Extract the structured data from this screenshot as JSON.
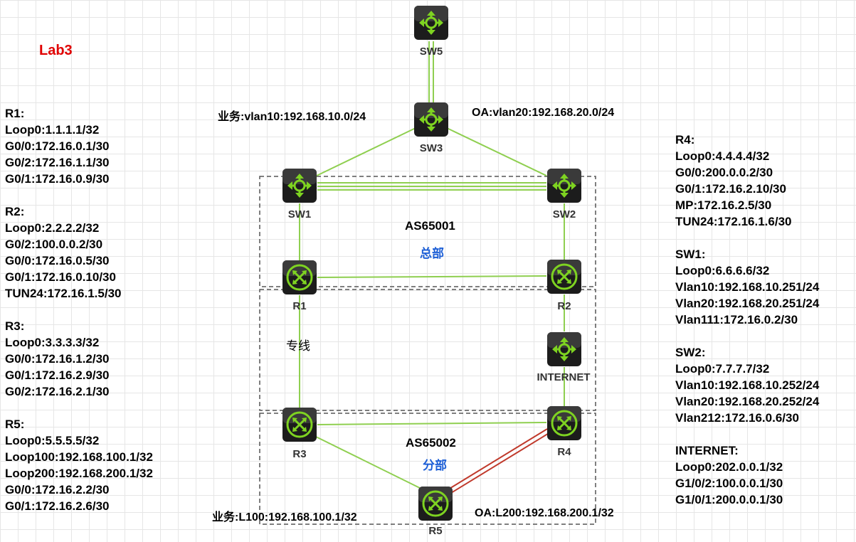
{
  "title": "Lab3",
  "devices": {
    "sw5": "SW5",
    "sw3": "SW3",
    "sw1": "SW1",
    "sw2": "SW2",
    "r1": "R1",
    "r2": "R2",
    "r3": "R3",
    "r4": "R4",
    "r5": "R5",
    "internet": "INTERNET"
  },
  "labels": {
    "vlan10": "业务:vlan10:192.168.10.0/24",
    "vlan20": "OA:vlan20:192.168.20.0/24",
    "as_top": "AS65001",
    "as_top_name": "总部",
    "leased_line": "专线",
    "as_bottom": "AS65002",
    "as_bottom_name": "分部",
    "l100": "业务:L100:192.168.100.1/32",
    "l200": "OA:L200:192.168.200.1/32"
  },
  "left_blocks": [
    {
      "title": "R1:",
      "lines": [
        "Loop0:1.1.1.1/32",
        "G0/0:172.16.0.1/30",
        "G0/2:172.16.1.1/30",
        "G0/1:172.16.0.9/30"
      ]
    },
    {
      "title": "R2:",
      "lines": [
        "Loop0:2.2.2.2/32",
        "G0/2:100.0.0.2/30",
        "G0/0:172.16.0.5/30",
        "G0/1:172.16.0.10/30",
        "TUN24:172.16.1.5/30"
      ]
    },
    {
      "title": "R3:",
      "lines": [
        "Loop0:3.3.3.3/32",
        "G0/0:172.16.1.2/30",
        "G0/1:172.16.2.9/30",
        "G0/2:172.16.2.1/30"
      ]
    },
    {
      "title": "R5:",
      "lines": [
        "Loop0:5.5.5.5/32",
        "Loop100:192.168.100.1/32",
        "Loop200:192.168.200.1/32",
        "G0/0:172.16.2.2/30",
        "G0/1:172.16.2.6/30"
      ]
    }
  ],
  "right_blocks": [
    {
      "title": "R4:",
      "lines": [
        "Loop0:4.4.4.4/32",
        "G0/0:200.0.0.2/30",
        "G0/1:172.16.2.10/30",
        "MP:172.16.2.5/30",
        "TUN24:172.16.1.6/30"
      ]
    },
    {
      "title": "SW1:",
      "lines": [
        "Loop0:6.6.6.6/32",
        "Vlan10:192.168.10.251/24",
        "Vlan20:192.168.20.251/24",
        "Vlan111:172.16.0.2/30"
      ]
    },
    {
      "title": "SW2:",
      "lines": [
        "Loop0:7.7.7.7/32",
        "Vlan10:192.168.10.252/24",
        "Vlan20:192.168.20.252/24",
        "Vlan212:172.16.0.6/30"
      ]
    },
    {
      "title": "INTERNET:",
      "lines": [
        "Loop0:202.0.0.1/32",
        "G1/0/2:100.0.0.1/30",
        "G1/0/1:200.0.0.1/30"
      ]
    }
  ],
  "colors": {
    "title": "#e00000",
    "link": "#8fcf50",
    "serial_link": "#c0392b",
    "device_body": "#1c1c1c",
    "device_icon": "#7ed321",
    "as_name": "#1d5fd6"
  },
  "icons": {
    "switch": "switch-icon",
    "router": "router-icon"
  }
}
